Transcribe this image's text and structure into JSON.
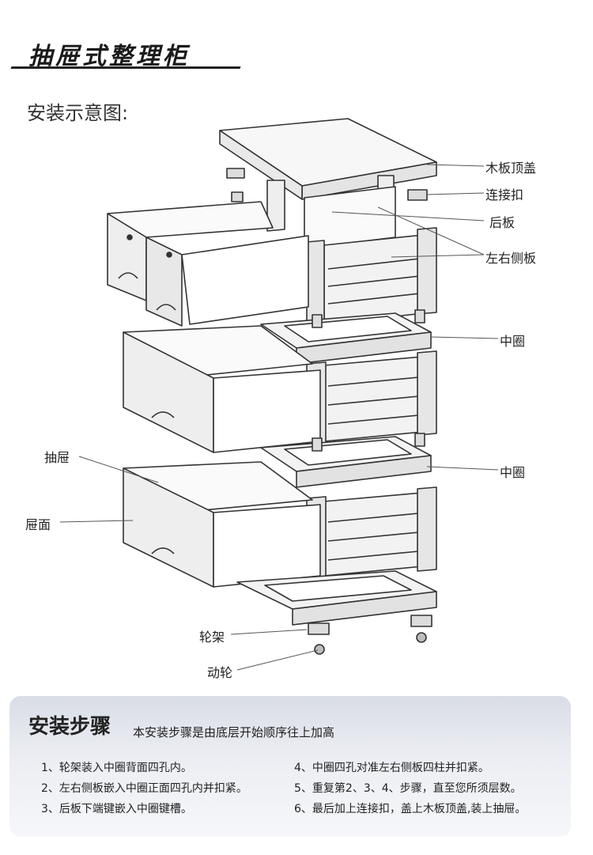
{
  "title": "抽屉式整理柜",
  "subtitle": "安装示意图:",
  "labels": {
    "top_cover": "木板顶盖",
    "connector": "连接扣",
    "back_panel": "后板",
    "side_panels": "左右侧板",
    "middle_ring_1": "中圈",
    "middle_ring_2": "中圈",
    "drawer": "抽屉",
    "drawer_face": "屉面",
    "wheel_frame": "轮架",
    "caster": "动轮"
  },
  "steps": {
    "title": "安装步骤",
    "note": "本安装步骤是由底层开始顺序往上加高",
    "items": [
      "1、轮架装入中圈背面四孔内。",
      "2、左右侧板嵌入中圈正面四孔内并扣紧。",
      "3、后板下端键嵌入中圈键槽。",
      "4、中圈四孔对准左右侧板四柱并扣紧。",
      "5、重复第2、3、4、步骤，直至您所须层数。",
      "6、最后加上连接扣，盖上木板顶盖,装上抽屉。"
    ]
  }
}
